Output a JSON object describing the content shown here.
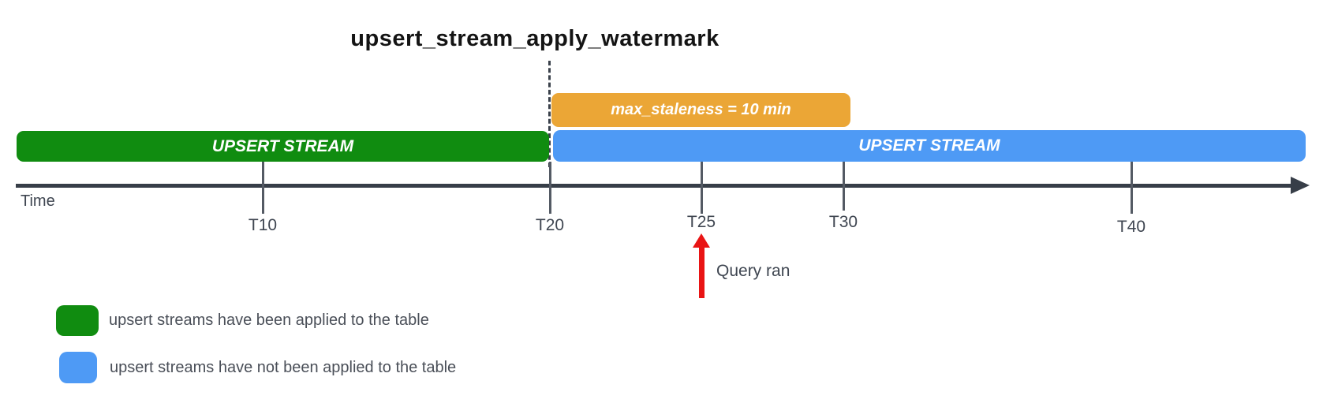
{
  "title": "upsert_stream_apply_watermark",
  "colors": {
    "applied_green": "#108c10",
    "not_applied_blue": "#4e9af5",
    "staleness_orange": "#eba636",
    "query_arrow_red": "#e91414",
    "axis_dark": "#373e48"
  },
  "bars": {
    "applied": {
      "label": "UPSERT STREAM",
      "color": "#108c10",
      "starts_at": "axis start",
      "ends_at": "T20"
    },
    "not_applied": {
      "label": "UPSERT STREAM",
      "color": "#4e9af5",
      "starts_at": "T20",
      "ends_at": "axis end"
    },
    "staleness": {
      "label": "max_staleness = 10 min",
      "color": "#eba636",
      "starts_at": "T20",
      "ends_at": "T30"
    }
  },
  "axis": {
    "label": "Time",
    "ticks": [
      "T10",
      "T20",
      "T25",
      "T30",
      "T40"
    ]
  },
  "annotations": {
    "query_ran": "Query ran",
    "query_ran_tick": "T25",
    "watermark_at_tick": "T20"
  },
  "legend": {
    "items": [
      {
        "label": "upsert streams have been applied to the table",
        "color": "#108c10"
      },
      {
        "label": "upsert streams have not been applied to the table",
        "color": "#4e9af5"
      }
    ]
  }
}
